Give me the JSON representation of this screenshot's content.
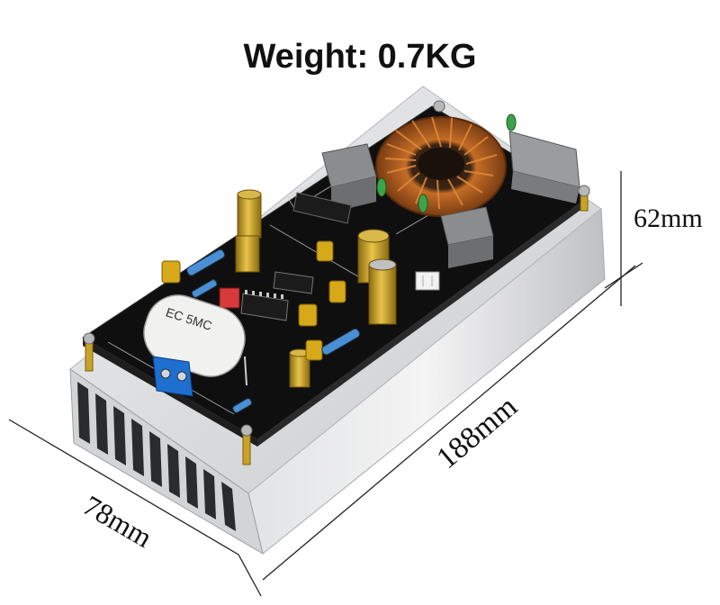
{
  "title": "Weight: 0.7KG",
  "dimensions": {
    "height": "62mm",
    "length": "188mm",
    "width": "78mm"
  },
  "pcb_markings": {
    "capacitor_label": "EC 5MC"
  },
  "colors": {
    "board": "#151515",
    "heatsink": "#d9dadc",
    "inductor_copper": "#b8631f",
    "capacitor_gold": "#c9a227",
    "terminal_blue": "#1f6fd1"
  }
}
